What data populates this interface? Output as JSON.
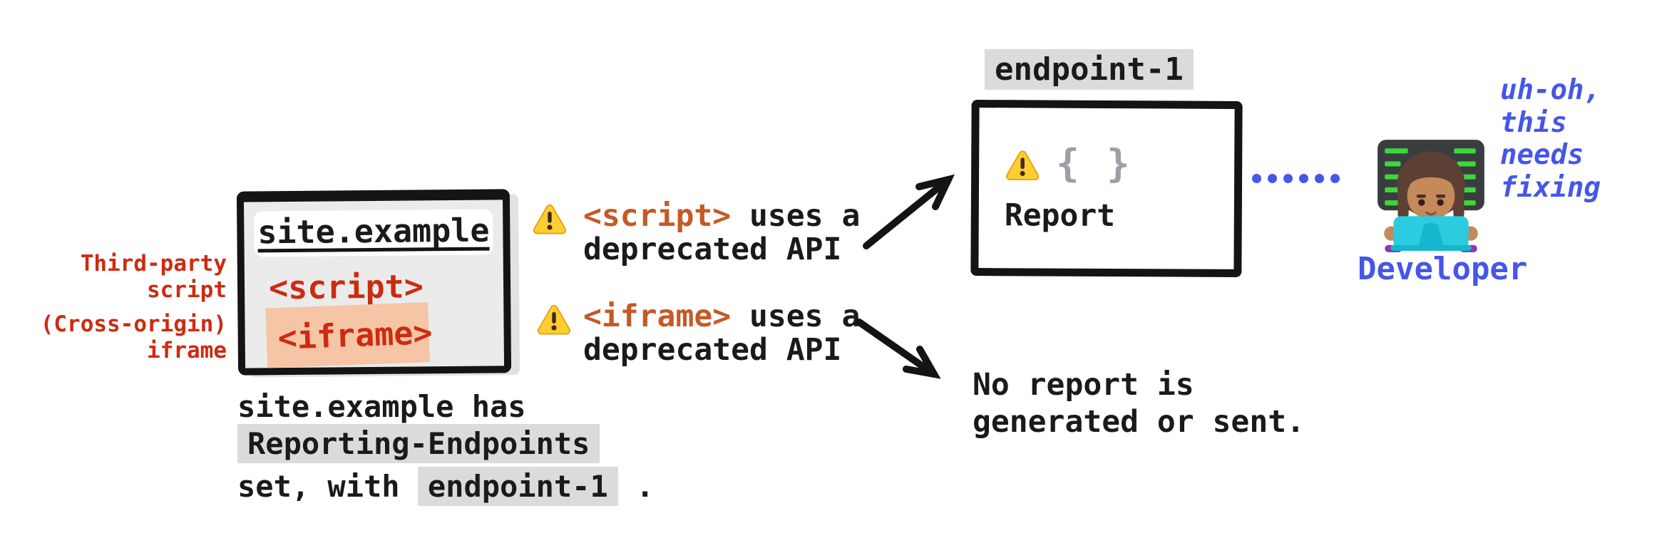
{
  "colors": {
    "code_red": "#cc2b11",
    "code_orange": "#c45a27",
    "developer_blue": "#4656e8",
    "chip_gray": "#dbdbdb",
    "window_gray": "#ebebeb",
    "iframe_salmon": "#f6c5a6",
    "warning_yellow": "#ffce31",
    "braces_gray": "#9aa0a6",
    "ink_black": "#141414"
  },
  "browser": {
    "url": "site.example",
    "script_code": "<script>",
    "iframe_code": "<iframe>",
    "script_label": "Third-party\nscript",
    "iframe_label": "(Cross-origin)\niframe"
  },
  "warnings": [
    {
      "icon": "warning-icon",
      "code": "<script>",
      "text": " uses a",
      "line2": "deprecated API"
    },
    {
      "icon": "warning-icon",
      "code": "<iframe>",
      "text": " uses a",
      "line2": "deprecated API"
    }
  ],
  "endpoint": {
    "chip": "endpoint-1",
    "icon": "warning-icon",
    "braces": "{ }",
    "label": "Report"
  },
  "no_report": {
    "line1": "No report is",
    "line2": "generated or sent."
  },
  "developer": {
    "emoji": "woman-technologist-emoji",
    "thought": "uh-oh,\nthis\nneeds\nfixing",
    "label": "Developer"
  },
  "caption": {
    "site": "site.example",
    "after_site": " has",
    "chip_header": "Reporting-Endpoints",
    "before_chip": "set, with ",
    "chip_endpoint": "endpoint-1",
    "after_chip": " ."
  }
}
